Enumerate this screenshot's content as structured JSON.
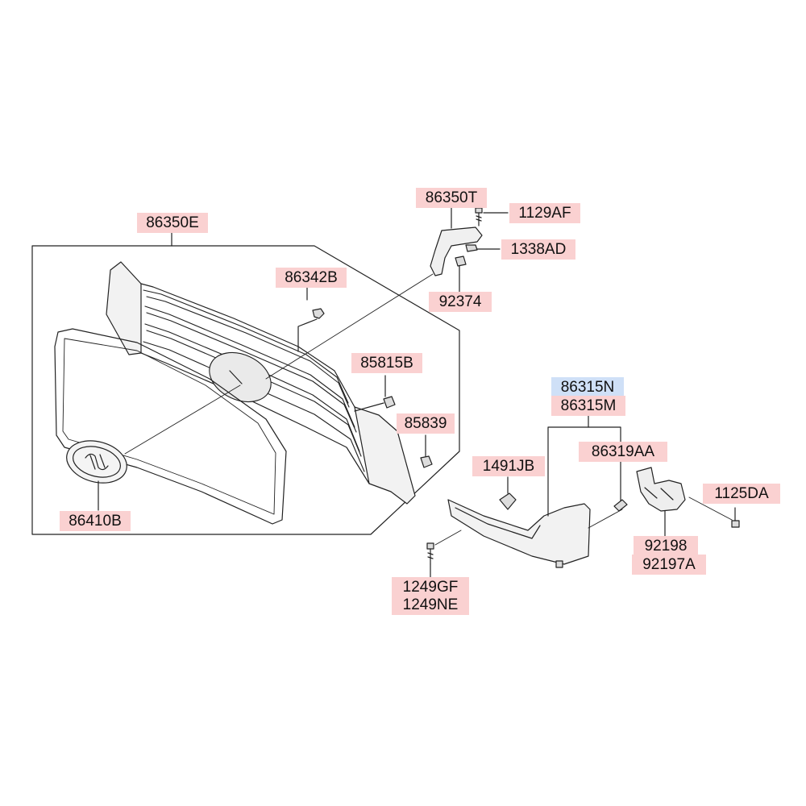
{
  "labels": {
    "p86350E": "86350E",
    "p86342B": "86342B",
    "p86350T": "86350T",
    "p1129AF": "1129AF",
    "p1338AD": "1338AD",
    "p92374": "92374",
    "p85815B": "85815B",
    "p85839": "85839",
    "p86410B": "86410B",
    "p86315N": "86315N",
    "p86315M": "86315M",
    "p86319AA": "86319AA",
    "p1491JB": "1491JB",
    "p1125DA": "1125DA",
    "p92198": "92198",
    "p92197A": "92197A",
    "p1249GF": "1249GF",
    "p1249NE": "1249NE"
  },
  "colors": {
    "label_bg": "#fad1d1",
    "label_highlight_bg": "#cfe0f7",
    "line": "#222222"
  }
}
